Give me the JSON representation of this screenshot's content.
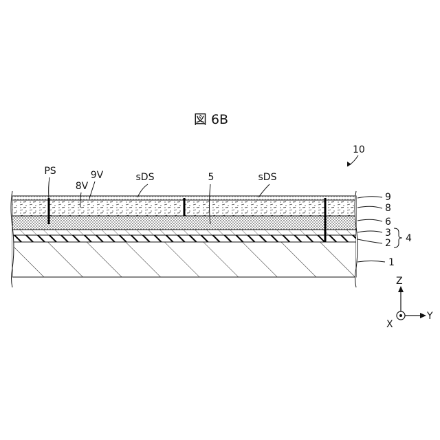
{
  "figure": {
    "title": "図 6B",
    "device_ref": "10"
  },
  "layer_labels": {
    "l9": "9",
    "l8": "8",
    "l6": "6",
    "l3": "3",
    "l2": "2",
    "l4": "4",
    "l1": "1"
  },
  "inner_labels": {
    "ps": "PS",
    "v8": "8V",
    "v9": "9V",
    "sds_left": "sDS",
    "sds_right": "sDS",
    "five": "5"
  },
  "axes": {
    "z": "Z",
    "x": "X",
    "y": "Y"
  }
}
